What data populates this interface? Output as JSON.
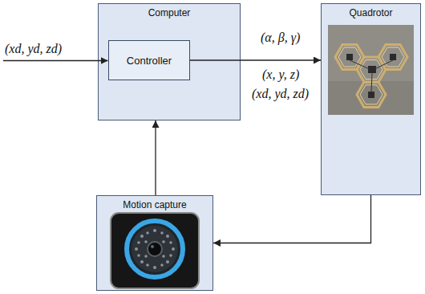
{
  "diagram": {
    "nodes": [
      {
        "text": [
          "Computer"
        ]
      },
      {
        "text": [
          "Controller"
        ],
        "in": 0
      },
      {
        "text": [
          "Quadrotor"
        ]
      },
      {
        "text": [
          "Motion capture"
        ]
      }
    ],
    "edges": [
      {
        "from": 1,
        "to": 2,
        "arrow": "to"
      },
      {
        "from": 2,
        "to": 3,
        "arrow": "to"
      },
      {
        "from": 3,
        "to": 0,
        "arrow": "to"
      }
    ],
    "labels": [
      "(xd, yd, zd)",
      "(α, β, γ)",
      "(x, y, z)",
      "(xd, yd, zd)"
    ]
  }
}
